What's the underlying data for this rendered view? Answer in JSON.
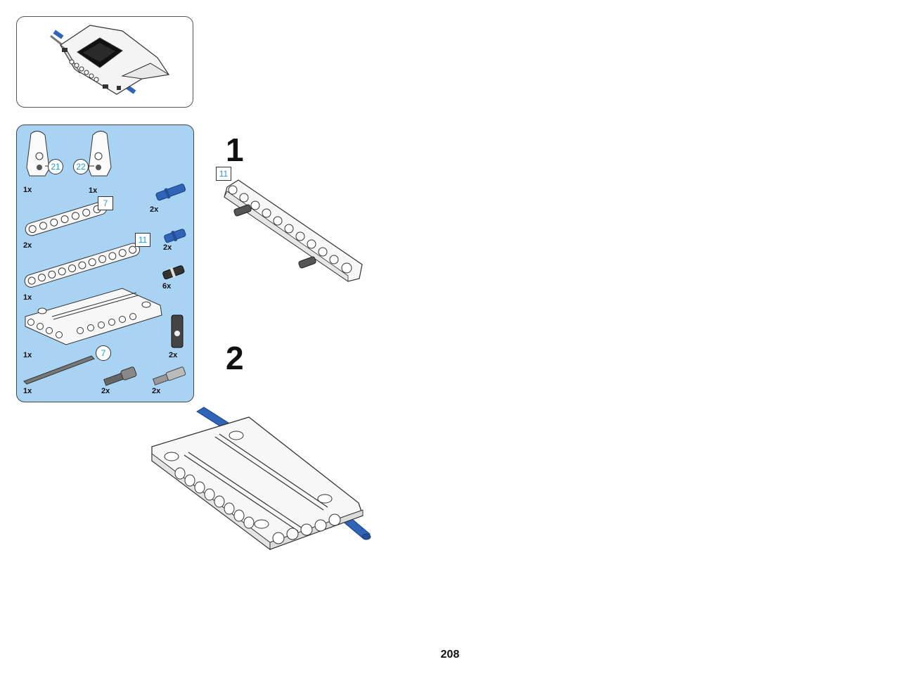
{
  "preview": {
    "label": ""
  },
  "parts_list": {
    "items": [
      {
        "qty": "1x",
        "icon": "panel-left-icon",
        "circle_label": "21"
      },
      {
        "qty": "1x",
        "icon": "panel-right-icon",
        "circle_label": "22"
      },
      {
        "qty": "2x",
        "icon": "blue-axle-pin-icon"
      },
      {
        "qty": "2x",
        "icon": "beam-7-icon",
        "length_label": "7"
      },
      {
        "qty": "2x",
        "icon": "blue-pin-icon"
      },
      {
        "qty": "1x",
        "icon": "beam-11-icon",
        "length_label": "11"
      },
      {
        "qty": "6x",
        "icon": "friction-pin-icon"
      },
      {
        "qty": "1x",
        "icon": "flat-panel-icon"
      },
      {
        "qty": "2x",
        "icon": "cross-block-icon"
      },
      {
        "qty": "1x",
        "icon": "axle-7-icon",
        "circle_label": "7"
      },
      {
        "qty": "2x",
        "icon": "axle-pin-icon"
      },
      {
        "qty": "2x",
        "icon": "axle-pin-light-icon"
      }
    ]
  },
  "steps": [
    {
      "number": "1",
      "length_label": "11"
    },
    {
      "number": "2"
    }
  ],
  "colors": {
    "parts_background": "#a9d3f2",
    "blue_part": "#2f64b8",
    "dark_part": "#444444",
    "callout_text": "#1b9bd7"
  },
  "page": {
    "number": "208"
  }
}
